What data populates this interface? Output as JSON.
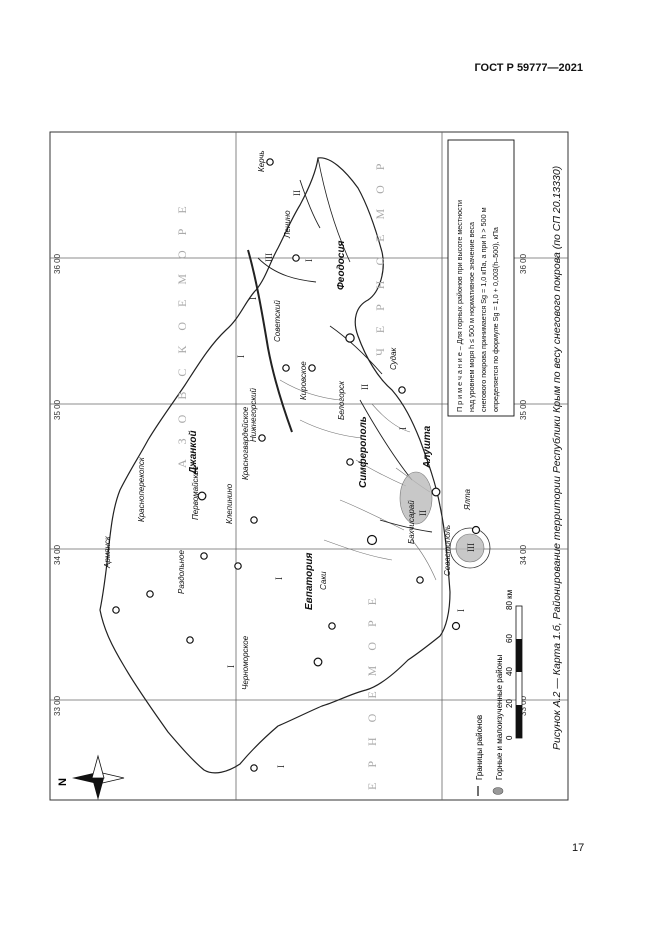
{
  "header": {
    "standard_code": "ГОСТ Р 59777—2021"
  },
  "page_number": "17",
  "caption": "Рисунок А.2 — Карта 1.б, Районирование территории Республики Крым по весу снегового покрова (по СП 20.13330)",
  "note": {
    "lines": [
      "П р и м е ч а н и е – Для горных районов при высоте местности",
      "над уровнем моря h ≤ 500 м нормативное значение веса",
      "снегового покрова принимается Sg = 1,0 кПа, а при h > 500 м",
      "определяется по формуле Sg = 1,0 + 0,003(h–500), кПа"
    ]
  },
  "seas": {
    "azov": "А З О В С К О Е   М О Р Е",
    "black_top": "Ч Е Р Н О Е   М О Р",
    "black_bottom": "Е Р Н О Е   М О Р Е"
  },
  "grid_labels": {
    "lon_33_top": "33 00",
    "lon_34_top": "34 00",
    "lon_35_top": "35 00",
    "lon_36_top": "36 00",
    "lon_33_bottom": "33 00",
    "lon_34_bottom": "34 00",
    "lon_35_bottom": "35 00",
    "lon_36_bottom": "36 00"
  },
  "north": "N",
  "cities": [
    {
      "id": "kerch",
      "name": "Керчь"
    },
    {
      "id": "lenino",
      "name": "Ленино"
    },
    {
      "id": "feodosiya",
      "name": "Феодосия"
    },
    {
      "id": "sovetsky",
      "name": "Советский"
    },
    {
      "id": "kirovskoe",
      "name": "Кировское"
    },
    {
      "id": "sudak",
      "name": "Судак"
    },
    {
      "id": "nizhnegorsky",
      "name": "Нижнегорский"
    },
    {
      "id": "belogorsk",
      "name": "Белогорск"
    },
    {
      "id": "dzhankoy",
      "name": "Джанкой"
    },
    {
      "id": "simferopol",
      "name": "Симферополь"
    },
    {
      "id": "alushta",
      "name": "Алушта"
    },
    {
      "id": "yalta",
      "name": "Ялта"
    },
    {
      "id": "krasnogvardeyskoe",
      "name": "Красногвардейское"
    },
    {
      "id": "krasnoperekopsk",
      "name": "Красноперекопск"
    },
    {
      "id": "armyansk",
      "name": "Армянск"
    },
    {
      "id": "pervomayskoe",
      "name": "Первомайское"
    },
    {
      "id": "klepinino",
      "name": "Клепинино"
    },
    {
      "id": "razdolnoe",
      "name": "Раздольное"
    },
    {
      "id": "saki",
      "name": "Саки"
    },
    {
      "id": "bakhchisaray",
      "name": "Бахчисарай"
    },
    {
      "id": "evpatoriya",
      "name": "Евпатория"
    },
    {
      "id": "sevastopol",
      "name": "Севастополь"
    },
    {
      "id": "chernomorskoe",
      "name": "Черноморское"
    }
  ],
  "zones": [
    "I",
    "II",
    "III"
  ],
  "legend": {
    "boundaries": "Границы районов",
    "mountain": "Горные и малоизученные районы"
  },
  "scale": {
    "ticks": [
      "0",
      "20",
      "40",
      "60",
      "80 км"
    ]
  }
}
